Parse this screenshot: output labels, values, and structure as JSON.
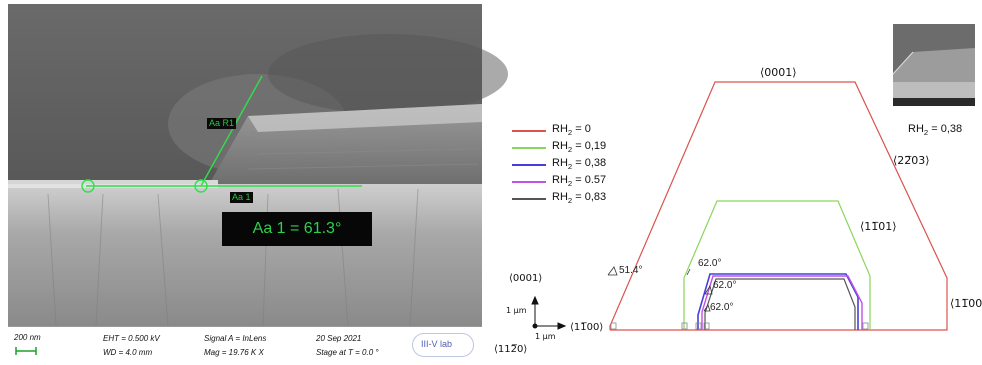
{
  "sem": {
    "measure_small_1": "Aa R1",
    "measure_small_2": "Aa 1",
    "measurement": "Aa 1 = 61.3°",
    "scale_bar": "200 nm",
    "eht": "EHT = 0.500 kV",
    "wd": "WD =  4.0 mm",
    "signal": "Signal A = InLens",
    "mag": "Mag =  19.76 K X",
    "date": "20 Sep 2021",
    "stage": "Stage at T =   0.0 °",
    "logo": "III-V lab"
  },
  "legend": [
    {
      "label": "RH",
      "sub": "2",
      "value": " = 0",
      "color": "#d9534f"
    },
    {
      "label": "RH",
      "sub": "2",
      "value": " = 0,19",
      "color": "#8ad65a"
    },
    {
      "label": "RH",
      "sub": "2",
      "value": " = 0,38",
      "color": "#4a3ed8"
    },
    {
      "label": "RH",
      "sub": "2",
      "value": " = 0.57",
      "color": "#c050e8"
    },
    {
      "label": "RH",
      "sub": "2",
      "value": " = 0,83",
      "color": "#555555"
    }
  ],
  "facets": {
    "top": "⟨0001⟩",
    "right_upper": "⟨22̅03⟩",
    "inner_right": "⟨11̅01⟩",
    "right_side": "⟨11̅00"
  },
  "angles": {
    "a1": "51.4°",
    "a2": "62.0°",
    "a3": "62.0°",
    "a4": "62.0°"
  },
  "axes": {
    "up_label": "⟨0001⟩",
    "scale_v": "1 μm",
    "scale_h": "1 μm",
    "right_label": "⟨11̅00⟩",
    "bottom_label": "⟨112̅0⟩"
  },
  "inset": {
    "caption_label": "RH",
    "caption_sub": "2",
    "caption_value": " = 0,38"
  }
}
